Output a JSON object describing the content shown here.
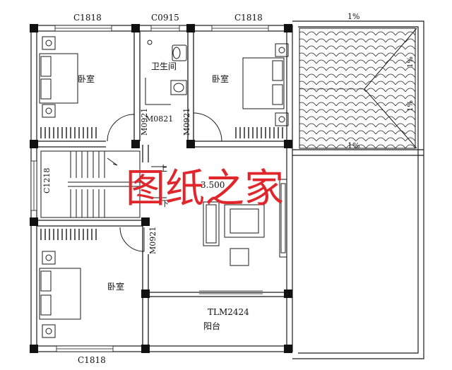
{
  "window_labels": {
    "top_left": "C1818",
    "top_mid": "C0915",
    "top_right": "C1818",
    "bottom_left": "C1818",
    "left": "C1218"
  },
  "door_labels": {
    "bath_door": "M0821",
    "bedroom_left_door": "M0921",
    "bedroom_right_door": "M0921",
    "bedroom_bottom_door": "M0921",
    "balcony_door": "TLM2424"
  },
  "rooms": {
    "bedroom_top_left": "卧室",
    "bathroom": "卫生间",
    "bedroom_top_right": "卧室",
    "bedroom_bottom": "卧室",
    "balcony": "阳台"
  },
  "stairs": {
    "up": "上",
    "down": "下"
  },
  "elevation": "3.500",
  "roof_slopes": [
    "1%",
    "1%",
    "1%",
    "1%"
  ],
  "watermark": "图纸之家",
  "colors": {
    "line": "#1a1a1a",
    "wall_fill": "#ffffff",
    "watermark": "#e0262b"
  }
}
